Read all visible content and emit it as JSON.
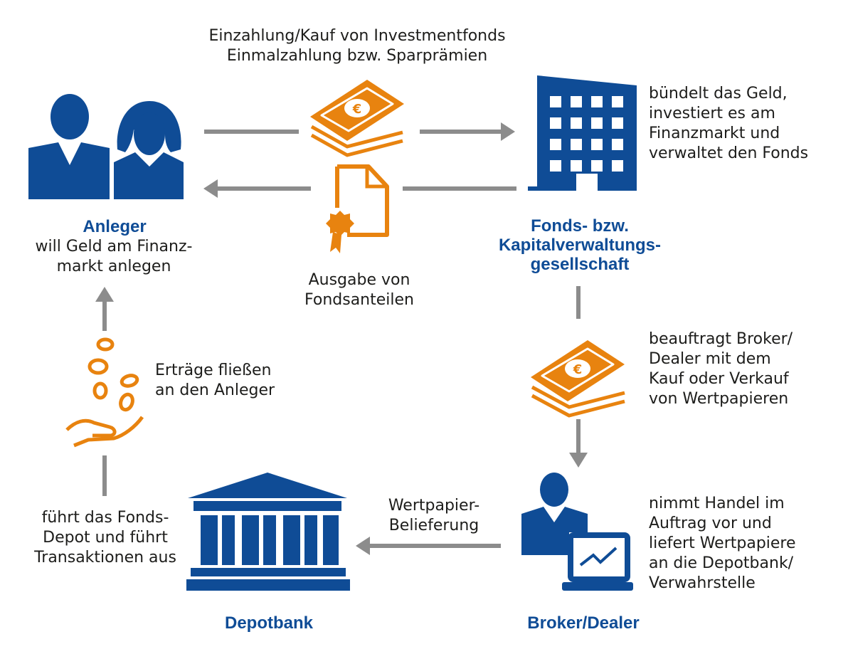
{
  "colors": {
    "blue": "#0f4c96",
    "orange": "#e8830f",
    "arrow_gray": "#8c8c8c",
    "text": "#1d1d1b"
  },
  "investors": {
    "title": "Anleger",
    "desc_line1": "will Geld am Finanz-",
    "desc_line2": "markt anlegen"
  },
  "payment_flow": {
    "line1": "Einzahlung/Kauf von Investmentfonds",
    "line2": "Einmalzahlung bzw. Sparprämien",
    "icon": "euro-banknotes-icon"
  },
  "fund_company": {
    "title_line1": "Fonds- bzw.",
    "title_line2": "Kapitalverwaltungs-",
    "title_line3": "gesellschaft",
    "desc_line1": "bündelt das Geld,",
    "desc_line2": "investiert es am",
    "desc_line3": "Finanzmarkt und",
    "desc_line4": "verwaltet den Fonds",
    "icon": "office-building-icon"
  },
  "shares_issue": {
    "line1": "Ausgabe von",
    "line2": "Fondsanteilen",
    "icon": "certificate-document-icon"
  },
  "broker_order": {
    "line1": "beauftragt Broker/",
    "line2": "Dealer mit dem",
    "line3": "Kauf oder Verkauf",
    "line4": "von Wertpapieren",
    "icon": "euro-banknotes-icon"
  },
  "broker": {
    "title": "Broker/Dealer",
    "desc_line1": "nimmt Handel im",
    "desc_line2": "Auftrag vor und",
    "desc_line3": "liefert Wertpapiere",
    "desc_line4": "an die Depotbank/",
    "desc_line5": "Verwahrstelle",
    "icon": "trader-laptop-icon"
  },
  "delivery": {
    "line1": "Wertpapier-",
    "line2": "Belieferung"
  },
  "depotbank": {
    "title": "Depotbank",
    "desc_line1": "führt das Fonds-",
    "desc_line2": "Depot und führt",
    "desc_line3": "Transaktionen aus",
    "icon": "bank-building-icon"
  },
  "returns": {
    "line1": "Erträge fließen",
    "line2": "an den Anleger",
    "icon": "coins-hand-icon"
  }
}
